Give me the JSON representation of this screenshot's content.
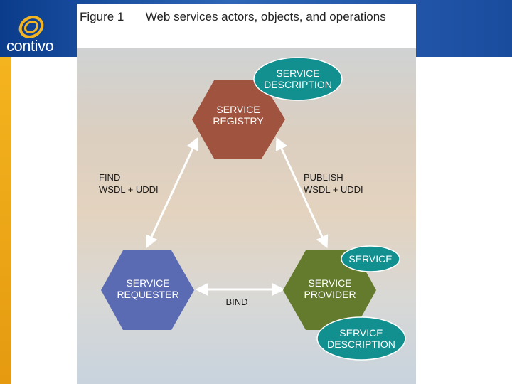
{
  "branding": {
    "logo_text": "contivo"
  },
  "figure": {
    "number": "Figure 1",
    "title": "Web services actors, objects, and operations"
  },
  "diagram": {
    "registry": {
      "line1": "SERVICE",
      "line2": "REGISTRY",
      "color": "#a0533f"
    },
    "requester": {
      "line1": "SERVICE",
      "line2": "REQUESTER",
      "color": "#5a6bb3"
    },
    "provider": {
      "line1": "SERVICE",
      "line2": "PROVIDER",
      "color": "#647a2c"
    },
    "registry_desc": {
      "line1": "SERVICE",
      "line2": "DESCRIPTION",
      "color": "#129090"
    },
    "provider_service": {
      "line1": "SERVICE",
      "color": "#129090"
    },
    "provider_desc": {
      "line1": "SERVICE",
      "line2": "DESCRIPTION",
      "color": "#129090"
    },
    "find": {
      "line1": "FIND",
      "line2": "WSDL + UDDI"
    },
    "publish": {
      "line1": "PUBLISH",
      "line2": "WSDL + UDDI"
    },
    "bind": {
      "line1": "BIND"
    }
  }
}
